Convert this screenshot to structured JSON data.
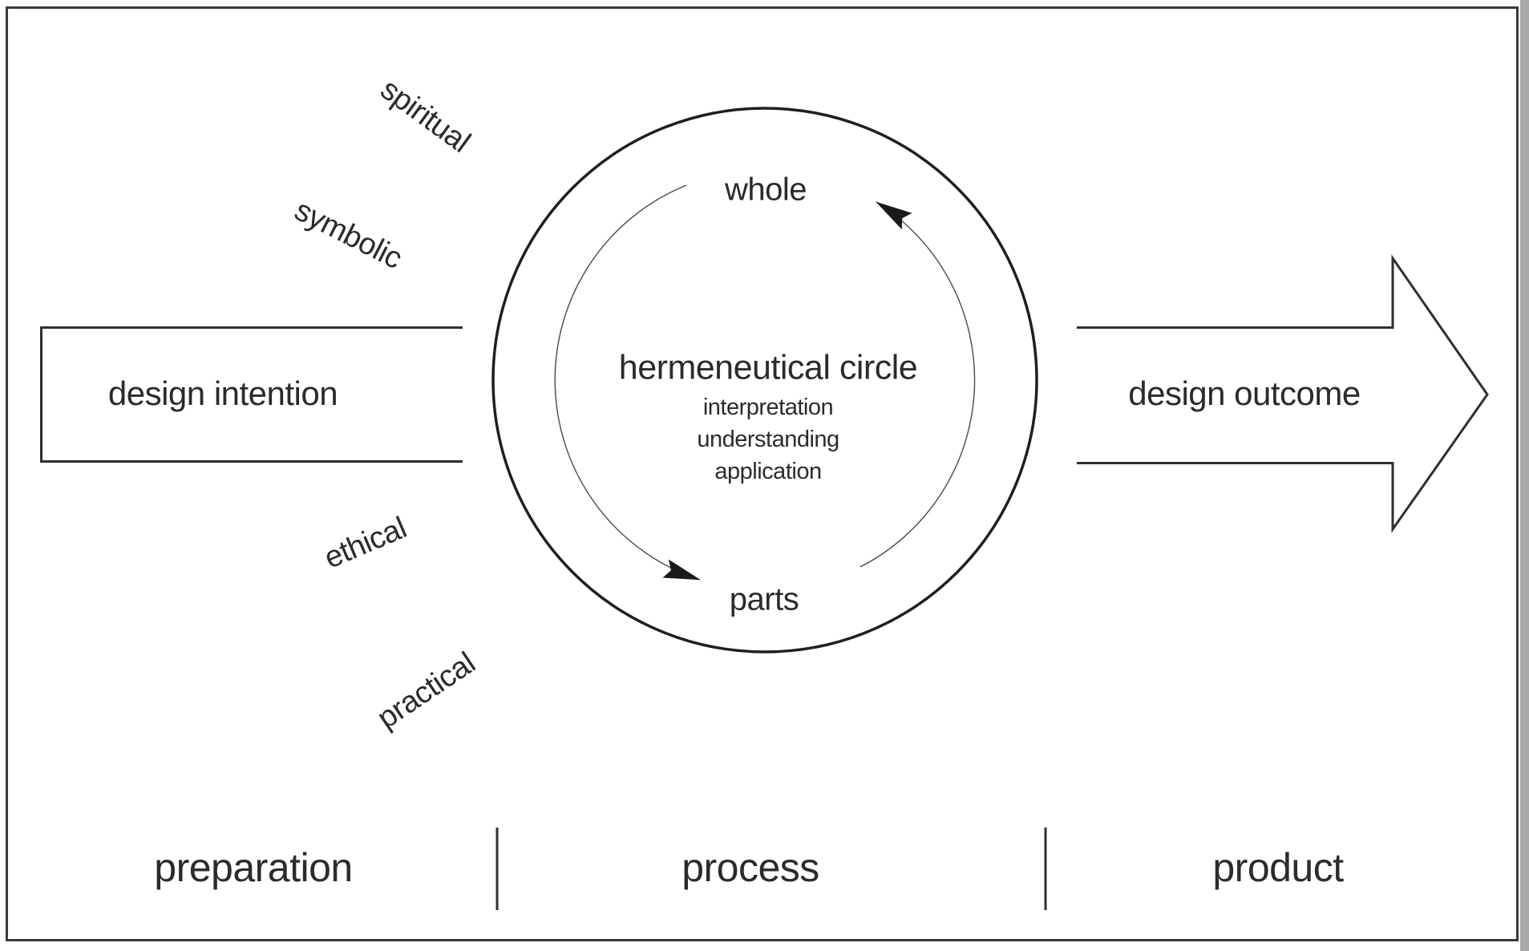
{
  "figure": {
    "left_box": {
      "label": "design intention"
    },
    "context_labels": [
      {
        "label": "spiritual"
      },
      {
        "label": "symbolic"
      },
      {
        "label": "ethical"
      },
      {
        "label": "practical"
      }
    ],
    "circle": {
      "title": "hermeneutical circle",
      "steps": [
        "interpretation",
        "understanding",
        "application"
      ],
      "top_node": "whole",
      "bottom_node": "parts"
    },
    "right_arrow": {
      "label": "design outcome"
    },
    "phases": [
      {
        "label": "preparation"
      },
      {
        "label": "process"
      },
      {
        "label": "product"
      }
    ],
    "colors": {
      "ink": "#2b2b2b",
      "line": "#2f2f2f",
      "background": "#ffffff"
    }
  }
}
